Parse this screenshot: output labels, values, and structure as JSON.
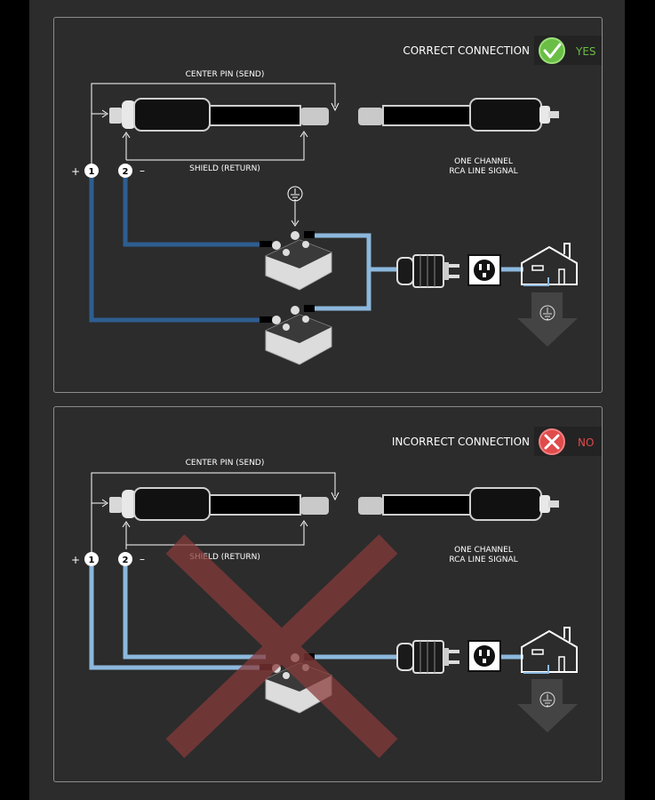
{
  "panels": [
    {
      "status_text": "CORRECT CONNECTION",
      "badge_text": "YES",
      "badge_color": "#6abe45",
      "badge_text_color": "#6abe45",
      "center_pin_label": "CENTER PIN (SEND)",
      "shield_label": "SHIELD (RETURN)",
      "channel_line1": "ONE CHANNEL",
      "channel_line2": "RCA LINE SIGNAL",
      "plus": "+",
      "minus": "–",
      "terminal1": "1",
      "terminal2": "2"
    },
    {
      "status_text": "INCORRECT CONNECTION",
      "badge_text": "NO",
      "badge_color": "#e04b4b",
      "badge_text_color": "#e04b4b",
      "center_pin_label": "CENTER PIN (SEND)",
      "shield_label": "SHIELD (RETURN)",
      "channel_line1": "ONE CHANNEL",
      "channel_line2": "RCA LINE SIGNAL",
      "plus": "+",
      "minus": "–",
      "terminal1": "1",
      "terminal2": "2"
    }
  ],
  "colors": {
    "dark_blue_wire": "#2e5e91",
    "light_blue_wire": "#8cb8dd",
    "cross_red": "#8a3a3a"
  }
}
